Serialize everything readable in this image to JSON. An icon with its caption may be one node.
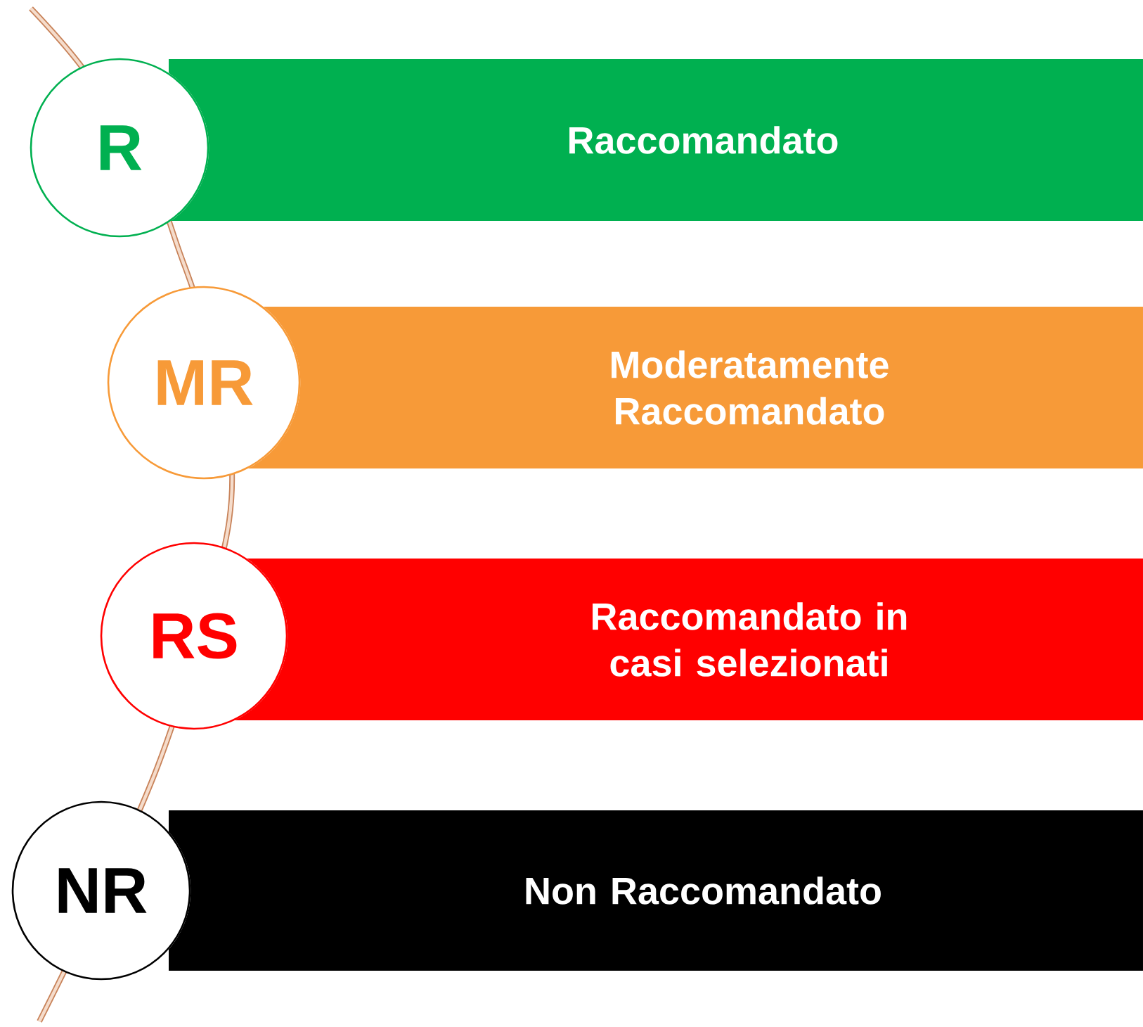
{
  "diagram": {
    "nodes": [
      {
        "text": [
          "R"
        ]
      },
      {
        "text": [
          "Raccomandato"
        ]
      },
      {
        "text": [
          "MR"
        ]
      },
      {
        "text": [
          "Moderatamente Raccomandato"
        ]
      },
      {
        "text": [
          "RS"
        ]
      },
      {
        "text": [
          "Raccomandato in casi selezionati"
        ]
      },
      {
        "text": [
          "NR"
        ]
      },
      {
        "text": [
          "Non Raccomandato"
        ]
      }
    ]
  }
}
